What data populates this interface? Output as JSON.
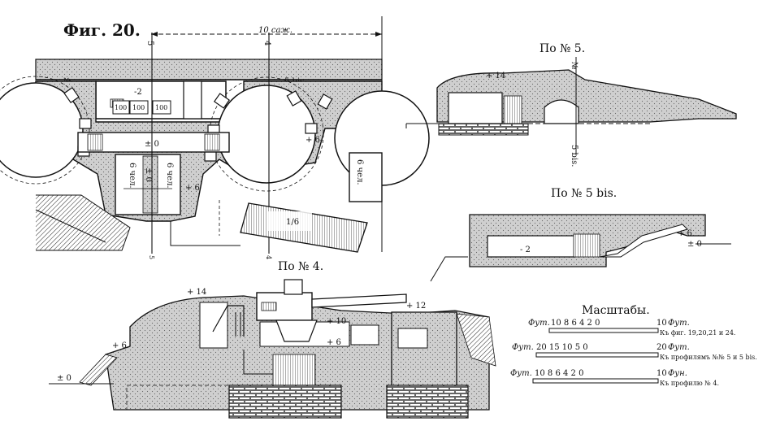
{
  "figure_title": "Фиг. 20.",
  "plan": {
    "dimension_label": "10 саж.",
    "section_marks": [
      "5",
      "4",
      "5",
      "4"
    ],
    "bis_label": "5 bis",
    "n_label": "№",
    "room_level": "-2",
    "boxes": [
      "100",
      "100",
      "100"
    ],
    "level_zero": "± 0",
    "level_zero_b": "± 0",
    "crew_left_a": "6 чел.",
    "crew_left_b": "6 чел.",
    "crew_right": "6 чел.",
    "level_plus6": "+ 6",
    "level_plus6_b": "+ 6",
    "fraction": "1/6"
  },
  "section5": {
    "title": "По № 5.",
    "level": "+ 14",
    "mark_top": "№",
    "mark_bottom": "5 bis."
  },
  "section5bis": {
    "title": "По № 5 bis.",
    "level_room": "- 2",
    "level_plus6": "+ 6",
    "level_zero": "± 0"
  },
  "section4": {
    "title": "По № 4.",
    "level_14": "+ 14",
    "level_12": "+ 12",
    "level_10": "+ 10",
    "level_6a": "+ 6",
    "level_6b": "+ 6",
    "level_0": "± 0"
  },
  "scales": {
    "title": "Масштабы.",
    "rows": [
      {
        "unit_left": "Фут.",
        "ticks": "10 8 6 4 2 0",
        "end_value": "10",
        "unit_right": "Фут.",
        "desc": "Къ фиг. 19,20,21 и 24."
      },
      {
        "unit_left": "Фут.",
        "ticks": "20 15 10 5 0",
        "end_value": "20",
        "unit_right": "Фут.",
        "desc": "Къ профилямъ №№ 5 и 5 bis."
      },
      {
        "unit_left": "Фут.",
        "ticks": "10 8 6 4 2 0",
        "end_value": "10",
        "unit_right": "Фун.",
        "desc": "Къ профилю № 4."
      }
    ]
  }
}
